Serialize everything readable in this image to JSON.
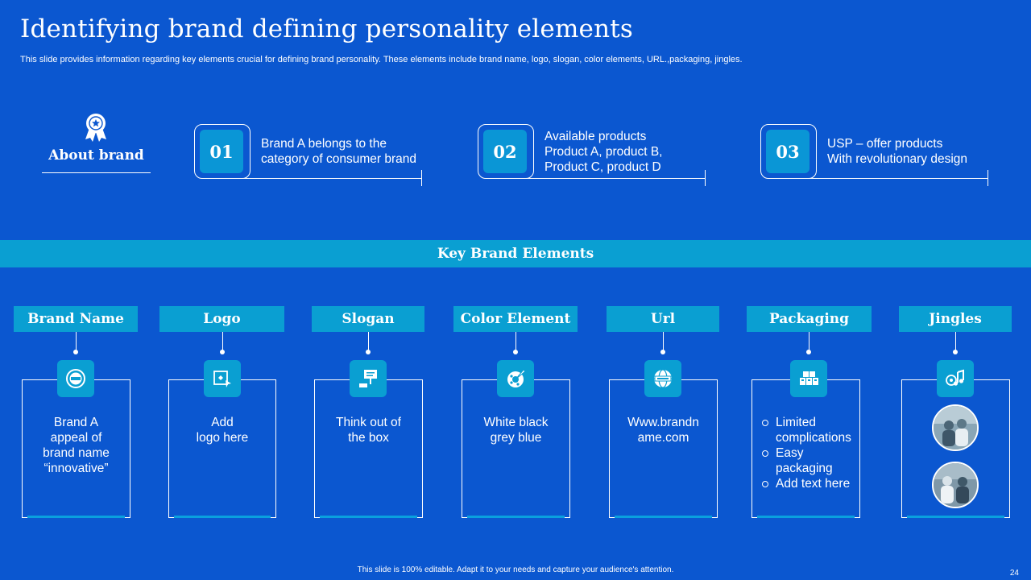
{
  "slide": {
    "title": "Identifying brand defining personality elements",
    "subtitle": "This slide provides information regarding key elements crucial for defining brand personality. These elements include brand name, logo, slogan, color elements, URL.,packaging, jingles.",
    "page_number": "24",
    "footer_note": "This slide is 100% editable.  Adapt it to your needs and capture your audience's attention."
  },
  "about": {
    "label": "About brand",
    "icon": "award-ribbon-icon"
  },
  "info_cards": [
    {
      "number": "01",
      "lines": [
        "Brand A belongs to the",
        "category of consumer brand"
      ]
    },
    {
      "number": "02",
      "lines": [
        "Available products",
        "Product A, product B,",
        "Product C, product D"
      ]
    },
    {
      "number": "03",
      "lines": [
        "USP – offer products",
        "With revolutionary  design"
      ]
    }
  ],
  "banner": {
    "label": "Key Brand Elements"
  },
  "elements": [
    {
      "title": "Brand Name",
      "icon": "brand-badge-icon",
      "lines": [
        "Brand A",
        "appeal of",
        "brand name",
        "“innovative”"
      ]
    },
    {
      "title": "Logo",
      "icon": "logo-design-icon",
      "lines": [
        "Add",
        "logo here"
      ]
    },
    {
      "title": "Slogan",
      "icon": "signboard-icon",
      "lines": [
        "Think out of",
        "the box"
      ]
    },
    {
      "title": "Color Element",
      "icon": "color-palette-icon",
      "lines": [
        "White black",
        "grey blue"
      ]
    },
    {
      "title": "Url",
      "icon": "globe-www-icon",
      "lines": [
        "Www.brandn",
        "ame.com"
      ]
    },
    {
      "title": "Packaging",
      "icon": "boxes-icon",
      "bullets": [
        "Limited complications",
        "Easy packaging",
        "Add text here"
      ],
      "bullet_lines": [
        [
          "Limited",
          "complications"
        ],
        [
          "Easy",
          "packaging"
        ],
        [
          "Add text here"
        ]
      ]
    },
    {
      "title": "Jingles",
      "icon": "music-note-icon",
      "photos": [
        "people-photo",
        "people-photo"
      ]
    }
  ],
  "colors": {
    "background": "#0B57D0",
    "accent": "#0A9FD2"
  }
}
